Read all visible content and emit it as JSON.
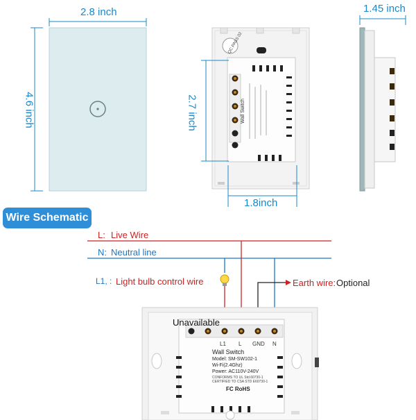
{
  "dimensions": {
    "front_width": "2.8 inch",
    "front_height": "4.6 inch",
    "back_height": "2.7 inch",
    "back_width": "1.8inch",
    "depth": "1.45 inch"
  },
  "section_title": "Wire Schematic",
  "wires": {
    "live_key": "L:",
    "live_label": "Live Wire",
    "neutral_key": "N:",
    "neutral_label": "Neutral line",
    "control_key": "L1, :",
    "control_label": "Light bulb control wire",
    "earth_key": "Earth wire:",
    "earth_label": "Optional"
  },
  "switch_back": {
    "unavailable": "Unavailable",
    "terminals": [
      "L1",
      "L",
      "GND",
      "N"
    ],
    "title": "Wall Switch",
    "model": "Model: SM-SW102-1",
    "wifi": "Wi-Fi(2.4Ghz)",
    "power": "Power: AC110V-240V",
    "conform": "CONFORMS TO UL Std.60730-1",
    "cert": "CERTIFIED TO CSA STD E60730-1",
    "marks": "FC RoHS"
  },
  "qc": "QC PASS 02",
  "colors": {
    "live": "#cc2222",
    "neutral": "#1a76c4",
    "dimension": "#1a88c9",
    "badge": "#2f8ed8",
    "glass": "#dbeef2"
  }
}
